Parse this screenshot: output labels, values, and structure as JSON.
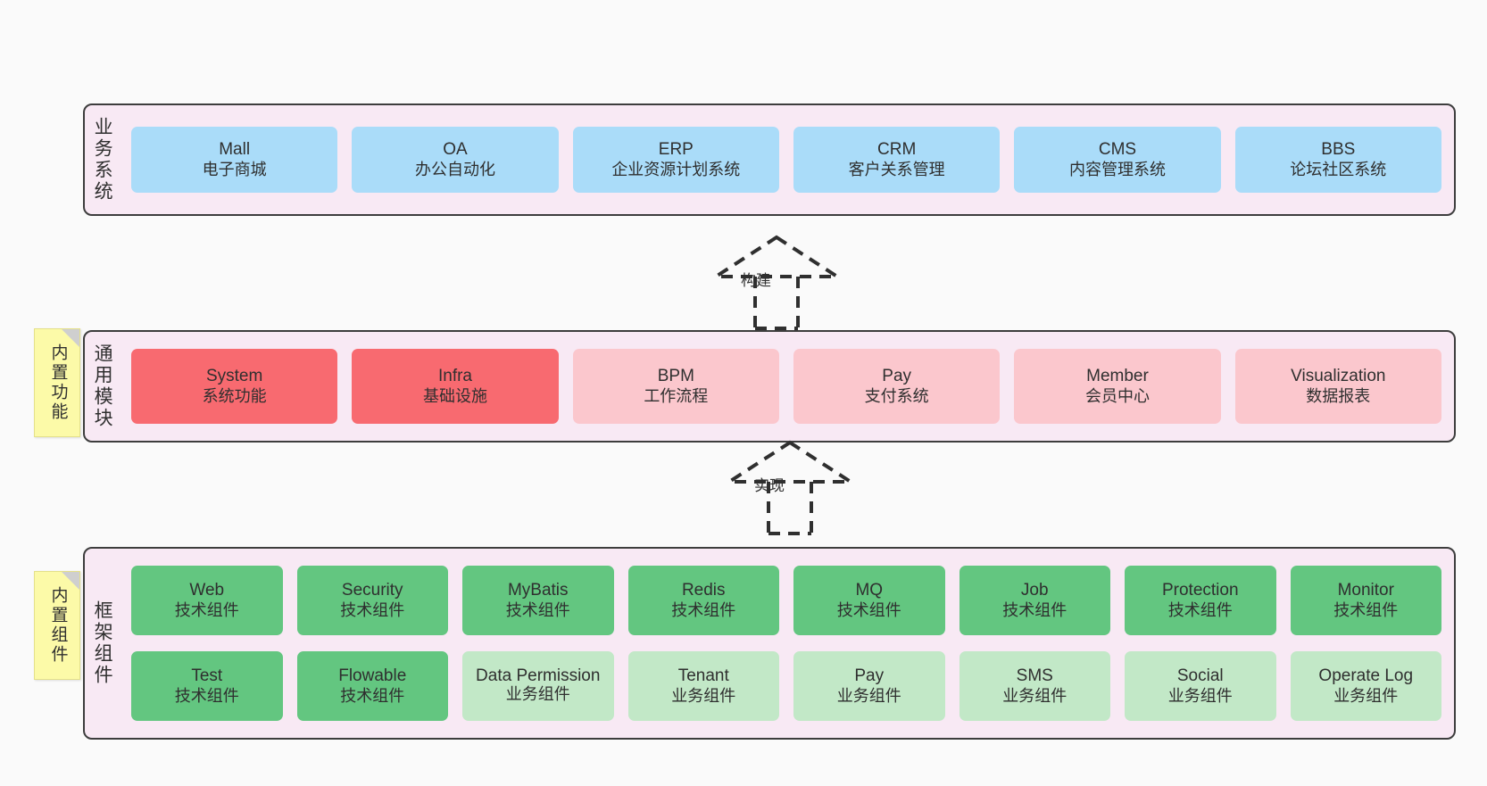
{
  "diagram": {
    "background": "#fafafa",
    "panel_bg": "#f8e9f4",
    "panel_border": "#3d3d3d",
    "colors": {
      "business": "#aadcf9",
      "module_active": "#f86a70",
      "module_planned": "#fbc7cd",
      "component_tech": "#63c680",
      "component_biz": "#c2e8c7",
      "note": "#fcfaa8"
    }
  },
  "layers": [
    {
      "id": "business-systems",
      "title": "业务系统",
      "rows": [
        [
          {
            "name": "Mall",
            "desc": "电子商城"
          },
          {
            "name": "OA",
            "desc": "办公自动化"
          },
          {
            "name": "ERP",
            "desc": "企业资源计划系统"
          },
          {
            "name": "CRM",
            "desc": "客户关系管理"
          },
          {
            "name": "CMS",
            "desc": "内容管理系统"
          },
          {
            "name": "BBS",
            "desc": "论坛社区系统"
          }
        ]
      ]
    },
    {
      "id": "common-modules",
      "title": "通用模块",
      "note": "内置功能",
      "rows": [
        [
          {
            "name": "System",
            "desc": "系统功能"
          },
          {
            "name": "Infra",
            "desc": "基础设施"
          },
          {
            "name": "BPM",
            "desc": "工作流程"
          },
          {
            "name": "Pay",
            "desc": "支付系统"
          },
          {
            "name": "Member",
            "desc": "会员中心"
          },
          {
            "name": "Visualization",
            "desc": "数据报表"
          }
        ]
      ]
    },
    {
      "id": "framework-components",
      "title": "框架组件",
      "note": "内置组件",
      "rows": [
        [
          {
            "name": "Web",
            "desc": "技术组件"
          },
          {
            "name": "Security",
            "desc": "技术组件"
          },
          {
            "name": "MyBatis",
            "desc": "技术组件"
          },
          {
            "name": "Redis",
            "desc": "技术组件"
          },
          {
            "name": "MQ",
            "desc": "技术组件"
          },
          {
            "name": "Job",
            "desc": "技术组件"
          },
          {
            "name": "Protection",
            "desc": "技术组件"
          },
          {
            "name": "Monitor",
            "desc": "技术组件"
          }
        ],
        [
          {
            "name": "Test",
            "desc": "技术组件"
          },
          {
            "name": "Flowable",
            "desc": "技术组件"
          },
          {
            "name": "Data Permission",
            "desc": "业务组件"
          },
          {
            "name": "Tenant",
            "desc": "业务组件"
          },
          {
            "name": "Pay",
            "desc": "业务组件"
          },
          {
            "name": "SMS",
            "desc": "业务组件"
          },
          {
            "name": "Social",
            "desc": "业务组件"
          },
          {
            "name": "Operate Log",
            "desc": "业务组件"
          }
        ]
      ]
    }
  ],
  "connectors": [
    {
      "id": "build",
      "label": "构建"
    },
    {
      "id": "implement",
      "label": "实现"
    }
  ]
}
